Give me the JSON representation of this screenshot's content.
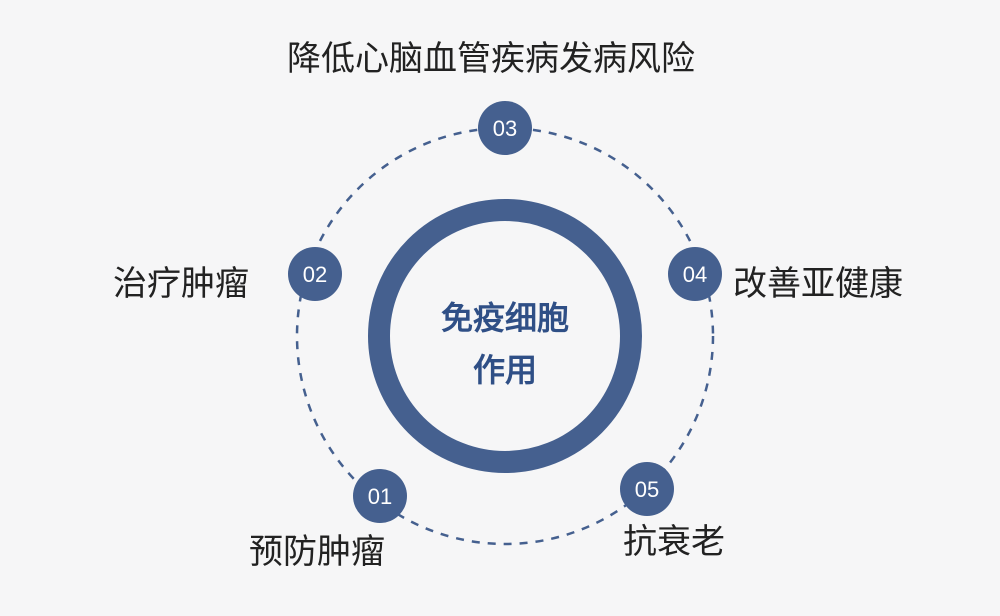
{
  "colors": {
    "primary": "#45608f",
    "center_text": "#2f4f86",
    "label_text": "#222222",
    "background": "#f6f6f7"
  },
  "center": {
    "line1": "免疫细胞",
    "line2": "作用"
  },
  "nodes": [
    {
      "number": "01",
      "label": "预防肿瘤"
    },
    {
      "number": "02",
      "label": "治疗肿瘤"
    },
    {
      "number": "03",
      "label": "降低心脑血管疾病发病风险"
    },
    {
      "number": "04",
      "label": "改善亚健康"
    },
    {
      "number": "05",
      "label": "抗衰老"
    }
  ]
}
